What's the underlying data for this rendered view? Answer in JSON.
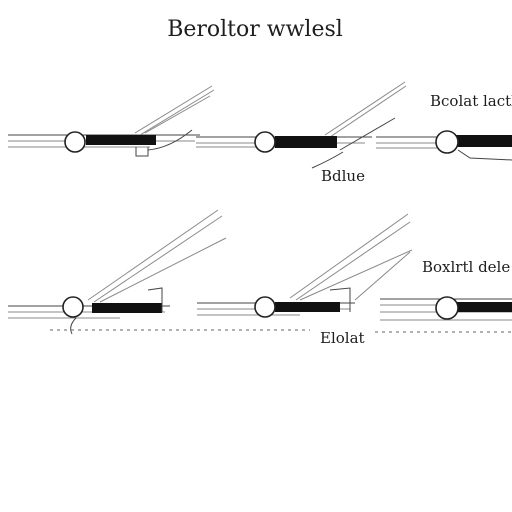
{
  "title": "Beroltor wwlesl",
  "labels": {
    "top_right": "Bcolat lactl",
    "top_middle": "Bdlue",
    "bottom_right": "Boxlrtl dele",
    "bottom_middle": "Elolat"
  },
  "colors": {
    "ink": "#1e1e1e",
    "bar": "#111111",
    "background": "#ffffff"
  }
}
